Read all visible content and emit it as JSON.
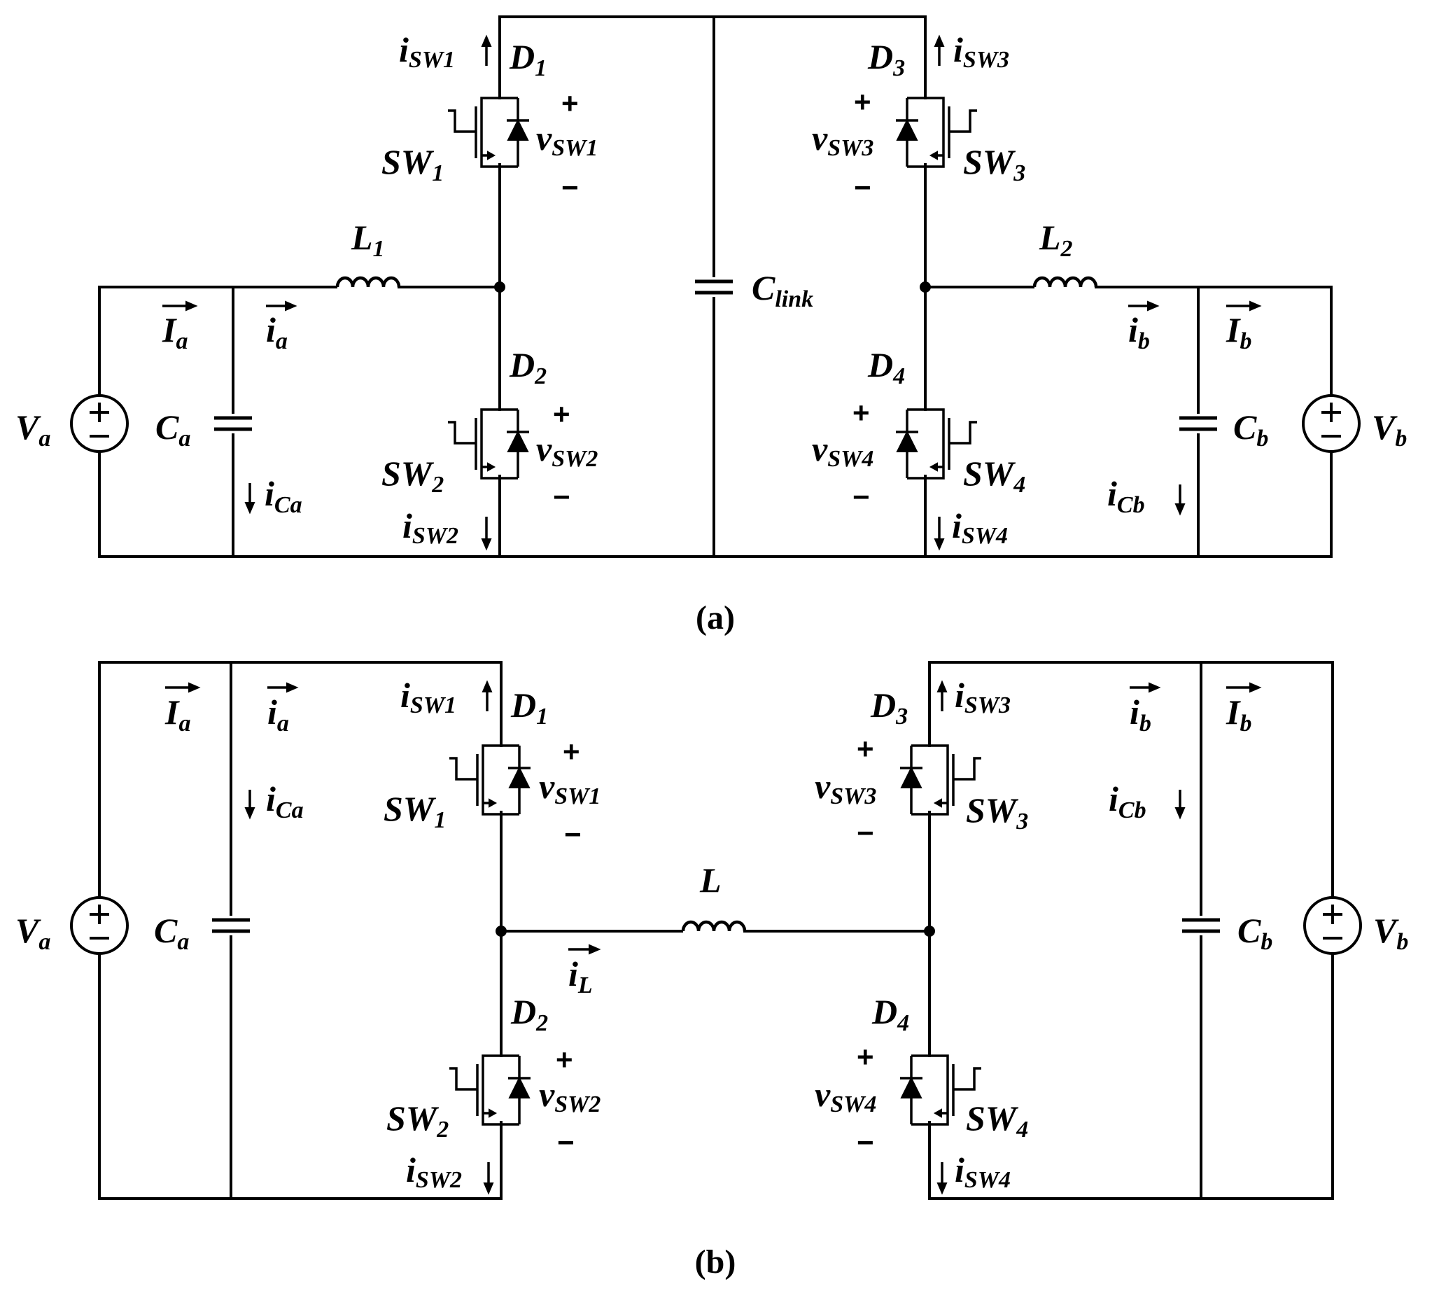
{
  "panel_a": {
    "caption": "(a)",
    "source_a": {
      "main": "V",
      "sub": "a"
    },
    "source_b": {
      "main": "V",
      "sub": "b"
    },
    "cap_a": {
      "main": "C",
      "sub": "a"
    },
    "cap_b": {
      "main": "C",
      "sub": "b"
    },
    "cap_link": {
      "main": "C",
      "sub": "link"
    },
    "inductor_1": {
      "main": "L",
      "sub": "1"
    },
    "inductor_2": {
      "main": "L",
      "sub": "2"
    },
    "current_Ia": {
      "main": "I",
      "sub": "a"
    },
    "current_ia": {
      "main": "i",
      "sub": "a"
    },
    "current_Ib": {
      "main": "I",
      "sub": "b"
    },
    "current_ib": {
      "main": "i",
      "sub": "b"
    },
    "current_iCa": {
      "main": "i",
      "sub": "Ca"
    },
    "current_iCb": {
      "main": "i",
      "sub": "Cb"
    },
    "sw1": {
      "main": "SW",
      "sub": "1"
    },
    "sw2": {
      "main": "SW",
      "sub": "2"
    },
    "sw3": {
      "main": "SW",
      "sub": "3"
    },
    "sw4": {
      "main": "SW",
      "sub": "4"
    },
    "d1": {
      "main": "D",
      "sub": "1"
    },
    "d2": {
      "main": "D",
      "sub": "2"
    },
    "d3": {
      "main": "D",
      "sub": "3"
    },
    "d4": {
      "main": "D",
      "sub": "4"
    },
    "isw1": {
      "main": "i",
      "sub": "SW1"
    },
    "isw2": {
      "main": "i",
      "sub": "SW2"
    },
    "isw3": {
      "main": "i",
      "sub": "SW3"
    },
    "isw4": {
      "main": "i",
      "sub": "SW4"
    },
    "vsw1": {
      "main": "v",
      "sub": "SW1"
    },
    "vsw2": {
      "main": "v",
      "sub": "SW2"
    },
    "vsw3": {
      "main": "v",
      "sub": "SW3"
    },
    "vsw4": {
      "main": "v",
      "sub": "SW4"
    },
    "plus": "+",
    "minus": "−"
  },
  "panel_b": {
    "caption": "(b)",
    "source_a": {
      "main": "V",
      "sub": "a"
    },
    "source_b": {
      "main": "V",
      "sub": "b"
    },
    "cap_a": {
      "main": "C",
      "sub": "a"
    },
    "cap_b": {
      "main": "C",
      "sub": "b"
    },
    "inductor": {
      "main": "L"
    },
    "current_iL": {
      "main": "i",
      "sub": "L"
    },
    "current_Ia": {
      "main": "I",
      "sub": "a"
    },
    "current_ia": {
      "main": "i",
      "sub": "a"
    },
    "current_Ib": {
      "main": "I",
      "sub": "b"
    },
    "current_ib": {
      "main": "i",
      "sub": "b"
    },
    "current_iCa": {
      "main": "i",
      "sub": "Ca"
    },
    "current_iCb": {
      "main": "i",
      "sub": "Cb"
    },
    "sw1": {
      "main": "SW",
      "sub": "1"
    },
    "sw2": {
      "main": "SW",
      "sub": "2"
    },
    "sw3": {
      "main": "SW",
      "sub": "3"
    },
    "sw4": {
      "main": "SW",
      "sub": "4"
    },
    "d1": {
      "main": "D",
      "sub": "1"
    },
    "d2": {
      "main": "D",
      "sub": "2"
    },
    "d3": {
      "main": "D",
      "sub": "3"
    },
    "d4": {
      "main": "D",
      "sub": "4"
    },
    "isw1": {
      "main": "i",
      "sub": "SW1"
    },
    "isw2": {
      "main": "i",
      "sub": "SW2"
    },
    "isw3": {
      "main": "i",
      "sub": "SW3"
    },
    "isw4": {
      "main": "i",
      "sub": "SW4"
    },
    "vsw1": {
      "main": "v",
      "sub": "SW1"
    },
    "vsw2": {
      "main": "v",
      "sub": "SW2"
    },
    "vsw3": {
      "main": "v",
      "sub": "SW3"
    },
    "vsw4": {
      "main": "v",
      "sub": "SW4"
    },
    "plus": "+",
    "minus": "−"
  }
}
